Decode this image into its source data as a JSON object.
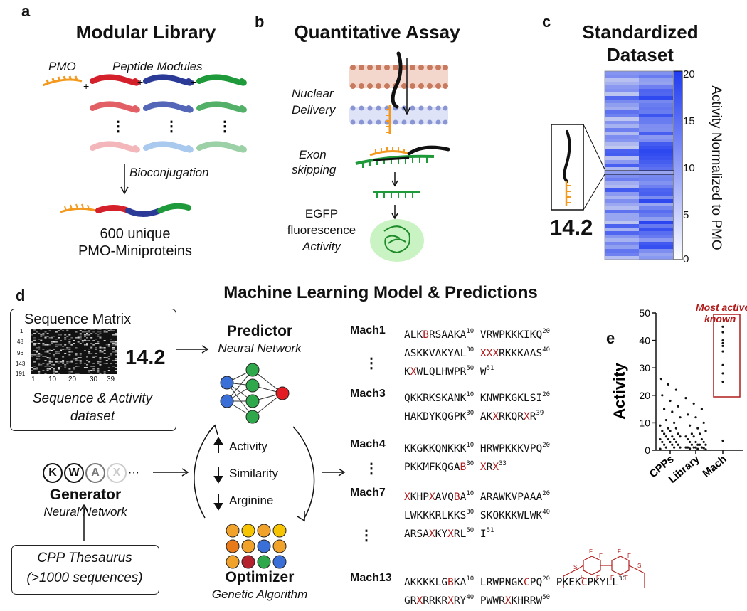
{
  "panels": {
    "a": {
      "letter": "a",
      "title": "Modular Library",
      "pmo": "PMO",
      "peptide_modules": "Peptide Modules",
      "dots": "⋮",
      "plus": "+",
      "step": "Bioconjugation",
      "result_line1": "600 unique",
      "result_line2": "PMO-Miniproteins"
    },
    "b": {
      "letter": "b",
      "title": "Quantitative Assay",
      "nuclear1": "Nuclear",
      "nuclear2": "Delivery",
      "exon1": "Exon",
      "exon2": "skipping",
      "egfp1": "EGFP",
      "egfp2": "fluorescence",
      "activity": "Activity"
    },
    "c": {
      "letter": "c",
      "title1": "Standardized",
      "title2": "Dataset",
      "value": "14.2",
      "colorbar_label": "Activity Normalized to PMO",
      "colorbar_ticks": [
        "20",
        "15",
        "10",
        "5",
        "0"
      ]
    },
    "d": {
      "letter": "d",
      "title": "Machine Learning Model & Predictions",
      "matrix_title": "Sequence Matrix",
      "matrix_yticks": [
        "1",
        "48",
        "96",
        "143",
        "191"
      ],
      "matrix_xticks": [
        "1",
        "10",
        "20",
        "30",
        "39"
      ],
      "matrix_caption1": "Sequence & Activity",
      "matrix_caption2": "dataset",
      "value": "14.2",
      "predictor": "Predictor",
      "predictor_sub": "Neural Network",
      "generator": "Generator",
      "generator_sub": "Neural Network",
      "tokens": [
        "K",
        "W",
        "A",
        "X"
      ],
      "token_more": "···",
      "thesaurus1": "CPP Thesaurus",
      "thesaurus2": "(>1000 sequences)",
      "optimizer": "Optimizer",
      "optimizer_sub": "Genetic Algorithm",
      "objectives": [
        {
          "arrow": "up",
          "label": "Activity"
        },
        {
          "arrow": "down",
          "label": "Similarity"
        },
        {
          "arrow": "down",
          "label": "Arginine"
        }
      ]
    },
    "e": {
      "letter": "e",
      "ylabel": "Activity",
      "yticks": [
        "50",
        "40",
        "30",
        "20",
        "10",
        "0"
      ],
      "annotation1": "Most active",
      "annotation2": "known",
      "categories": [
        "CPPs",
        "Library",
        "Mach"
      ]
    }
  },
  "sequences": [
    {
      "name": "Mach1",
      "lines": [
        "ALK|B|RSAAKA^10 VRWPKKKIKQ^20",
        "ASKKVAKYAL^30 |XXX|RKKKAAS^40",
        "K|X|WLQLHWPR^50 W^51"
      ]
    },
    {
      "name": "Mach3",
      "lines": [
        "QKKRKSKANK^10 KNWPKGKLSI^20",
        "HAKDYKQGPK^30 AK|X|RKQR|X|R^39"
      ]
    },
    {
      "name": "Mach4",
      "lines": [
        "KKGKKQNKKK^10 HRWPKKKVPQ^20",
        "PKKMFKQGA|B|^30 |X|R|X|^33"
      ]
    },
    {
      "name": "Mach7",
      "lines": [
        "|X|KHP|X|AVQ|B|A^10 ARAWKVPAAA^20",
        "LWKKKRLKKS^30 SKQKKKWLWK^40",
        "ARSA|X|KY|X|RL^50 I^51"
      ]
    },
    {
      "name": "Mach13",
      "lines": [
        "AKKKKLG|B|KA^10 LRWPNGK|C|PQ^20 PKEK|C|PKYLL^30",
        "GR|X|RRKR|X|RY^40 PWWR|X|KHRRW^50"
      ]
    }
  ],
  "colors": {
    "orange": "#f39a1e",
    "red": "#d4202a",
    "blue": "#2b3a96",
    "green": "#1f9a3a",
    "accent": "#b11c1c",
    "heat": "#1f3bf0"
  },
  "chart_data": {
    "type": "scatter",
    "ylabel": "Activity",
    "ylim": [
      0,
      50
    ],
    "categories": [
      "CPPs",
      "Library",
      "Mach"
    ],
    "series": [
      {
        "values": [
          26,
          24,
          22,
          20,
          18,
          16,
          15,
          14,
          12,
          11,
          10,
          9,
          8,
          8,
          7,
          7,
          6,
          6,
          5,
          5,
          5,
          4,
          4,
          4,
          3,
          3,
          3,
          2,
          2,
          2,
          1,
          1,
          1,
          0.5
        ]
      },
      {
        "values": [
          19,
          17,
          15,
          13,
          12,
          10,
          9,
          8,
          7,
          6,
          6,
          5,
          5,
          4,
          4,
          3,
          3,
          3,
          2,
          2,
          2,
          2,
          1,
          1,
          1,
          1,
          1,
          0.8,
          0.6,
          0.5,
          0.3
        ]
      },
      {
        "values": [
          45,
          43,
          40,
          39,
          38,
          36,
          31,
          28,
          25,
          3.5
        ]
      }
    ]
  }
}
